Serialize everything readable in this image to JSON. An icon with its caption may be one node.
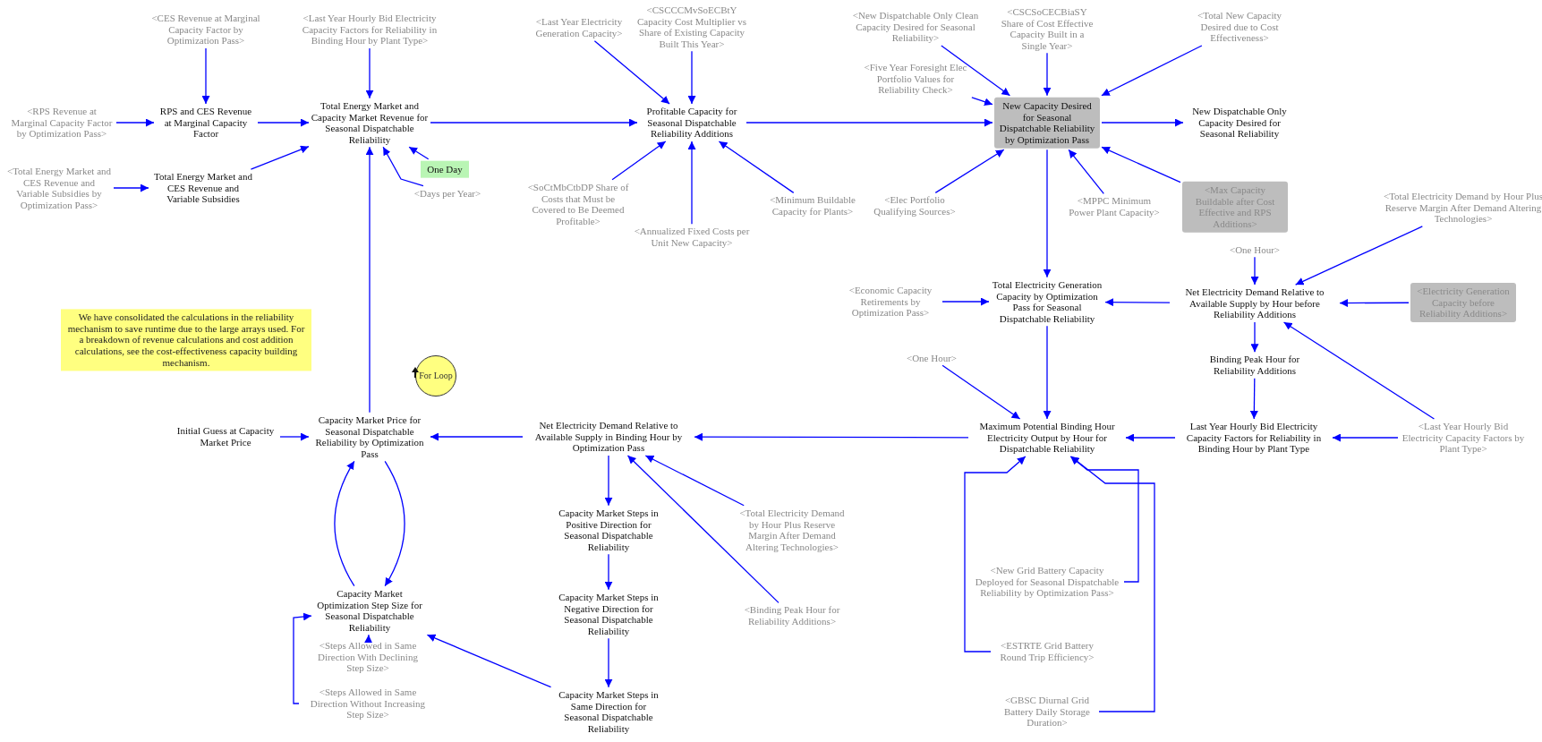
{
  "diagram": {
    "nodes": [
      {
        "text": [
          "<CES Revenue at Marginal Capacity Factor by Optimization Pass>"
        ]
      },
      {
        "text": [
          "<Last Year Hourly Bid Electricity Capacity Factors for Reliability in Binding Hour by Plant Type>"
        ]
      },
      {
        "text": [
          "<RPS Revenue at Marginal Capacity Factor by Optimization Pass>"
        ]
      },
      {
        "text": [
          "RPS and CES Revenue at Marginal Capacity Factor"
        ]
      },
      {
        "text": [
          "Total Energy Market and Capacity Market Revenue for Seasonal Dispatchable Reliability"
        ]
      },
      {
        "text": [
          "<Total Energy Market and CES Revenue and Variable Subsidies by Optimization Pass>"
        ]
      },
      {
        "text": [
          "Total Energy Market and CES Revenue and Variable Subsidies"
        ]
      },
      {
        "text": [
          "One Day"
        ]
      },
      {
        "text": [
          "<Days per Year>"
        ]
      },
      {
        "text": [
          "<Last Year Electricity Generation Capacity>"
        ]
      },
      {
        "text": [
          "<CSCCCMvSoECBtY Capacity Cost Multiplier vs Share of Existing Capacity Built This Year>"
        ]
      },
      {
        "text": [
          "Profitable Capacity for Seasonal Dispatchable Reliability Additions"
        ]
      },
      {
        "text": [
          "<SoCtMbCtbDP Share of Costs that Must be Covered to Be Deemed Profitable>"
        ]
      },
      {
        "text": [
          "<Annualized Fixed Costs per Unit New Capacity>"
        ]
      },
      {
        "text": [
          "<Minimum Buildable Capacity for Plants>"
        ]
      },
      {
        "text": [
          "<New Dispatchable Only Clean Capacity Desired for Seasonal Reliability>"
        ]
      },
      {
        "text": [
          "<CSCSoCECBiaSY Share of Cost Effective Capacity Built in a Single Year>"
        ]
      },
      {
        "text": [
          "<Total New Capacity Desired due to Cost Effectiveness>"
        ]
      },
      {
        "text": [
          "<Five Year Foresight Elec Portfolio Values for Reliability Check>"
        ]
      },
      {
        "text": [
          "New Capacity Desired for Seasonal Dispatchable Reliability by Optimization Pass"
        ]
      },
      {
        "text": [
          "New Dispatchable Only Capacity Desired for Seasonal Reliability"
        ]
      },
      {
        "text": [
          "<Elec Portfolio Qualifying Sources>"
        ]
      },
      {
        "text": [
          "<MPPC Minimum Power Plant Capacity>"
        ]
      },
      {
        "text": [
          "<Max Capacity Buildable after Cost Effective and RPS Additions>"
        ]
      },
      {
        "text": [
          "<Total Electricity Demand by Hour Plus Reserve Margin After Demand Altering Technologies>"
        ]
      },
      {
        "text": [
          "<Economic Capacity Retirements by Optimization Pass>"
        ]
      },
      {
        "text": [
          "Total Electricity Generation Capacity by Optimization Pass for Seasonal Dispatchable Reliability"
        ]
      },
      {
        "text": [
          "<One Hour>"
        ]
      },
      {
        "text": [
          "Net Electricity Demand Relative to Available Supply by Hour before Reliability Additions"
        ]
      },
      {
        "text": [
          "<Electricity Generation Capacity before Reliability Additions>"
        ]
      },
      {
        "text": [
          "Binding Peak Hour for Reliability Additions"
        ]
      },
      {
        "text": [
          "<One Hour>"
        ]
      },
      {
        "text": [
          "We have consolidated the calculations in the reliability mechanism to save runtime due to the large arrays used. For a breakdown of revenue calculations and cost addition calculations, see the cost-effectiveness capacity building mechanism."
        ]
      },
      {
        "text": [
          "For Loop"
        ]
      },
      {
        "text": [
          "Initial Guess at Capacity Market Price"
        ]
      },
      {
        "text": [
          "Capacity Market Price for Seasonal Dispatchable Reliability by Optimization Pass"
        ]
      },
      {
        "text": [
          "Net Electricity Demand Relative to Available Supply in Binding Hour by Optimization Pass"
        ]
      },
      {
        "text": [
          "Maximum Potential Binding Hour Electricity Output by Hour for Dispatchable Reliability"
        ]
      },
      {
        "text": [
          "Last Year Hourly Bid Electricity Capacity Factors for Reliability in Binding Hour by Plant Type"
        ]
      },
      {
        "text": [
          "<Last Year Hourly Bid Electricity Capacity Factors by Plant Type>"
        ]
      },
      {
        "text": [
          "Capacity Market Steps in Positive Direction for Seasonal Dispatchable Reliability"
        ]
      },
      {
        "text": [
          "<Total Electricity Demand by Hour Plus Reserve Margin After Demand Altering Technologies>"
        ]
      },
      {
        "text": [
          "Capacity Market Steps in Negative Direction for Seasonal Dispatchable Reliability"
        ]
      },
      {
        "text": [
          "<Binding Peak Hour for Reliability Additions>"
        ]
      },
      {
        "text": [
          "Capacity Market Optimization Step Size for Seasonal Dispatchable Reliability"
        ]
      },
      {
        "text": [
          "<Steps Allowed in Same Direction With Declining Step Size>"
        ]
      },
      {
        "text": [
          "<Steps Allowed in Same Direction Without Increasing Step Size>"
        ]
      },
      {
        "text": [
          "Capacity Market Steps in Same Direction for Seasonal Dispatchable Reliability"
        ]
      },
      {
        "text": [
          "<New Grid Battery Capacity Deployed for Seasonal Dispatchable Reliability by Optimization Pass>"
        ]
      },
      {
        "text": [
          "<ESTRTE Grid Battery Round Trip Efficiency>"
        ]
      },
      {
        "text": [
          "<GBSC Diurnal Grid Battery Daily Storage Duration>"
        ]
      }
    ],
    "edges": [
      {
        "from": 0,
        "to": 3,
        "arrow": "to"
      },
      {
        "from": 1,
        "to": 4,
        "arrow": "to"
      },
      {
        "from": 2,
        "to": 3,
        "arrow": "to"
      },
      {
        "from": 3,
        "to": 4,
        "arrow": "to"
      },
      {
        "from": 5,
        "to": 6,
        "arrow": "to"
      },
      {
        "from": 6,
        "to": 4,
        "arrow": "to"
      },
      {
        "from": 7,
        "to": 4,
        "arrow": "to"
      },
      {
        "from": 8,
        "to": 4,
        "arrow": "to"
      },
      {
        "from": 35,
        "to": 4,
        "arrow": "to"
      },
      {
        "from": 4,
        "to": 11,
        "arrow": "to"
      },
      {
        "from": 9,
        "to": 11,
        "arrow": "to"
      },
      {
        "from": 10,
        "to": 11,
        "arrow": "to"
      },
      {
        "from": 12,
        "to": 11,
        "arrow": "to"
      },
      {
        "from": 13,
        "to": 11,
        "arrow": "to"
      },
      {
        "from": 14,
        "to": 11,
        "arrow": "to"
      },
      {
        "from": 11,
        "to": 19,
        "arrow": "to"
      },
      {
        "from": 15,
        "to": 19,
        "arrow": "to"
      },
      {
        "from": 16,
        "to": 19,
        "arrow": "to"
      },
      {
        "from": 17,
        "to": 19,
        "arrow": "to"
      },
      {
        "from": 18,
        "to": 19,
        "arrow": "to"
      },
      {
        "from": 21,
        "to": 19,
        "arrow": "to"
      },
      {
        "from": 22,
        "to": 19,
        "arrow": "to"
      },
      {
        "from": 23,
        "to": 19,
        "arrow": "to"
      },
      {
        "from": 19,
        "to": 20,
        "arrow": "to"
      },
      {
        "from": 19,
        "to": 26,
        "arrow": "to"
      },
      {
        "from": 25,
        "to": 26,
        "arrow": "to"
      },
      {
        "from": 28,
        "to": 26,
        "arrow": "to"
      },
      {
        "from": 27,
        "to": 28,
        "arrow": "to"
      },
      {
        "from": 24,
        "to": 28,
        "arrow": "to"
      },
      {
        "from": 29,
        "to": 28,
        "arrow": "to"
      },
      {
        "from": 39,
        "to": 28,
        "arrow": "to"
      },
      {
        "from": 28,
        "to": 30,
        "arrow": "to"
      },
      {
        "from": 30,
        "to": 38,
        "arrow": "to"
      },
      {
        "from": 39,
        "to": 38,
        "arrow": "to"
      },
      {
        "from": 38,
        "to": 37,
        "arrow": "to"
      },
      {
        "from": 26,
        "to": 37,
        "arrow": "to"
      },
      {
        "from": 31,
        "to": 37,
        "arrow": "to"
      },
      {
        "from": 48,
        "to": 37,
        "arrow": "to"
      },
      {
        "from": 49,
        "to": 37,
        "arrow": "to"
      },
      {
        "from": 50,
        "to": 37,
        "arrow": "to"
      },
      {
        "from": 37,
        "to": 36,
        "arrow": "to"
      },
      {
        "from": 36,
        "to": 35,
        "arrow": "to"
      },
      {
        "from": 34,
        "to": 35,
        "arrow": "to"
      },
      {
        "from": 41,
        "to": 36,
        "arrow": "to"
      },
      {
        "from": 43,
        "to": 36,
        "arrow": "to"
      },
      {
        "from": 36,
        "to": 40,
        "arrow": "to"
      },
      {
        "from": 40,
        "to": 42,
        "arrow": "to"
      },
      {
        "from": 42,
        "to": 47,
        "arrow": "to"
      },
      {
        "from": 47,
        "to": 44,
        "arrow": "to"
      },
      {
        "from": 44,
        "to": 35,
        "arrow": "to"
      },
      {
        "from": 35,
        "to": 44,
        "arrow": "to"
      },
      {
        "from": 45,
        "to": 44,
        "arrow": "to"
      },
      {
        "from": 46,
        "to": 44,
        "arrow": "to"
      }
    ]
  }
}
